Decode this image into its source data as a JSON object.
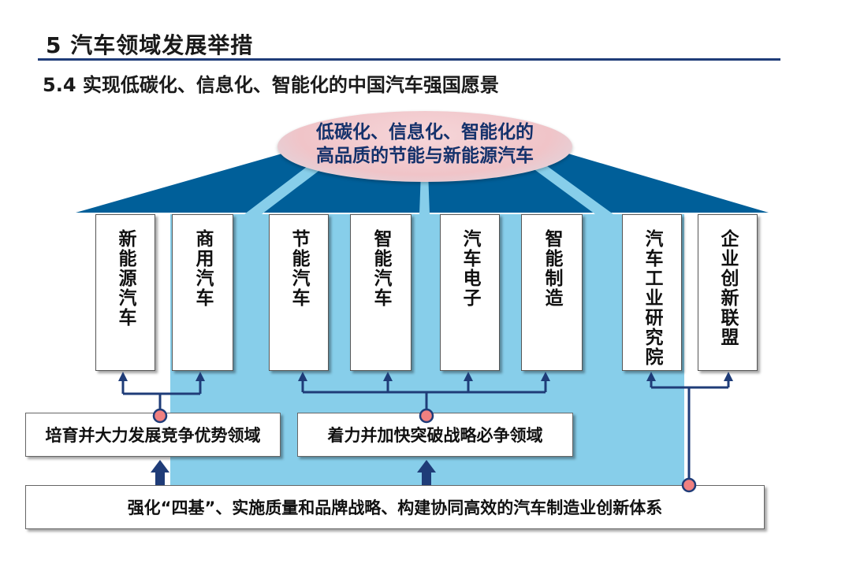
{
  "header": {
    "title": "5  汽车领域发展举措",
    "subtitle": "5.4  实现低碳化、信息化、智能化的中国汽车强国愿景"
  },
  "vision": {
    "line1": "低碳化、信息化、智能化的",
    "line2": "高品质的节能与新能源汽车"
  },
  "pillars": [
    {
      "label": "新能源汽车"
    },
    {
      "label": "商用汽车"
    },
    {
      "label": "节能汽车"
    },
    {
      "label": "智能汽车"
    },
    {
      "label": "汽车电子"
    },
    {
      "label": "智能制造"
    },
    {
      "label": "汽车工业研究院"
    },
    {
      "label": "企业创新联盟"
    }
  ],
  "middle": {
    "left": "培育并大力发展竞争优势领域",
    "right": "着力并加快突破战略必争领域"
  },
  "base": "强化“四基”、实施质量和品牌战略、构建协同高效的汽车制造业创新体系",
  "colors": {
    "roof_dark": "#005f99",
    "roof_light": "#87ceea",
    "line": "#1f3c78",
    "node": "#f08080"
  }
}
